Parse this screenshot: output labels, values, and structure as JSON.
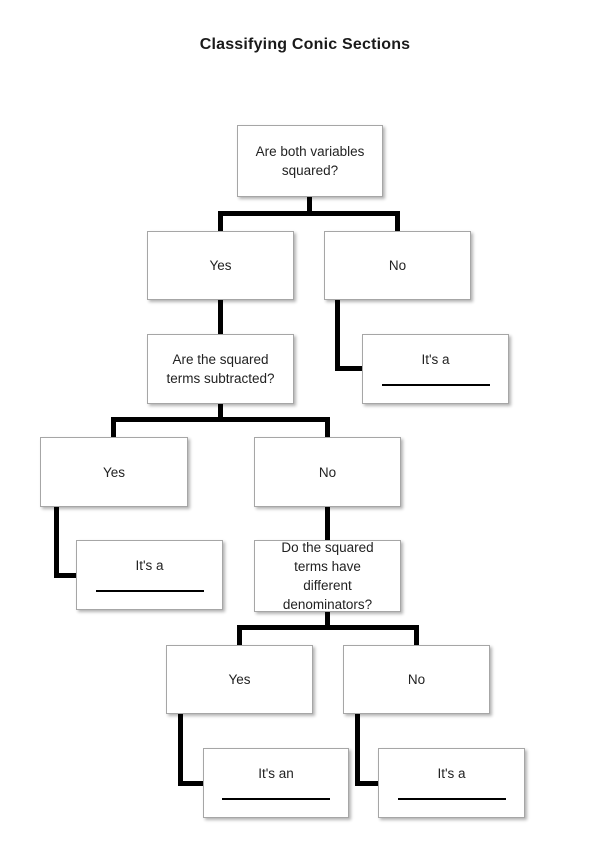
{
  "title": "Classifying Conic Sections",
  "colors": {
    "connector": "#000000",
    "box_border": "#a6a6a6",
    "text": "#222222",
    "background": "#ffffff"
  },
  "nodes": {
    "q_variables_squared": {
      "label": "Are both variables squared?"
    },
    "branch1_yes": {
      "label": "Yes"
    },
    "branch1_no": {
      "label": "No"
    },
    "answer_no1": {
      "label": "It's a"
    },
    "q_terms_subtracted": {
      "label": "Are the squared terms subtracted?"
    },
    "branch2_yes": {
      "label": "Yes"
    },
    "branch2_no": {
      "label": "No"
    },
    "answer_yes2": {
      "label": "It's a"
    },
    "q_different_denominators": {
      "label": "Do the squared terms have different denominators?"
    },
    "branch3_yes": {
      "label": "Yes"
    },
    "branch3_no": {
      "label": "No"
    },
    "answer_yes3": {
      "label": "It's an"
    },
    "answer_no3": {
      "label": "It's a"
    }
  }
}
